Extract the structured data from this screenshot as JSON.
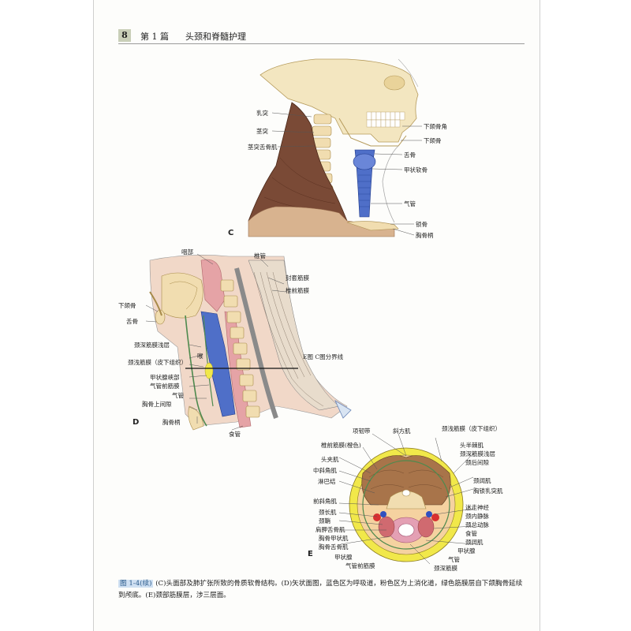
{
  "header": {
    "page_number": "8",
    "chapter": "第 1 篇",
    "title": "头颈和脊髓护理"
  },
  "panels": {
    "c": "C",
    "d": "D",
    "e": "E"
  },
  "panel_c_labels": {
    "mastoid": "乳突",
    "styloid": "茎突",
    "sternocleido": "茎突舌骨肌",
    "mandible_angle": "下颌骨角",
    "lower_jaw": "下颌骨",
    "hyoid": "舌骨",
    "thyroid": "甲状软骨",
    "trachea": "气管",
    "clavicle": "锁骨",
    "manubrium": "胸骨柄"
  },
  "panel_d_labels": {
    "pharynx": "咽部",
    "spine": "椎管",
    "prevertebral_fascia": "封套筋膜",
    "deep_fascia": "椎前筋膜",
    "mandible": "下颌骨",
    "hyoid": "舌骨",
    "superficial_layer": "颈深筋膜浅层",
    "larynx": "喉",
    "cervical_fascia": "颈浅筋膜（皮下组织）",
    "section_line": "E图 C图分界线",
    "thyroid_isthmus": "甲状腺峡部",
    "trachea_fascia": "气管前筋膜",
    "trachea": "气管",
    "sternal_space": "胸骨上间隙",
    "manubrium": "胸骨柄",
    "esophagus": "食管"
  },
  "panel_e_labels": {
    "nuchal_ligament": "项韧带",
    "trapezius": "斜方肌",
    "semispinalis": "头半棘肌",
    "prevertebral_layer": "椎前筋膜(橙色)",
    "splenius": "头夹肌",
    "middle_scalene": "中斜角肌",
    "lymph_node": "淋巴结",
    "anterior_scalene": "前斜角肌",
    "longus_colli": "颈长肌",
    "carotid_sheath": "颈鞘",
    "omohyoid": "肩胛舌骨肌",
    "sternothyroid": "胸骨甲状肌",
    "sternohyoid": "胸骨舌骨肌",
    "thyroid_gland": "甲状腺",
    "trachea_fascia": "气管前筋膜",
    "superficial_fascia": "颈浅筋膜（皮下组织）",
    "deep_fascia": "颈深筋膜浅层",
    "posterior_triangle": "颈后间隙",
    "platysma": "颈阔肌",
    "sternocleidomastoid": "胸锁乳突肌",
    "vagus": "迷走神经",
    "jugular": "颈内静脉",
    "carotid": "颈总动脉",
    "esophagus": "食管",
    "trachea": "气管",
    "platysma_lower": "颈阔肌",
    "thyroid_gland_lower": "甲状腺",
    "fascia": "颈深筋膜"
  },
  "caption": {
    "tag": "图 1-4(续)",
    "text": "(C)头面部及肺扩张所致的骨质软骨结构。(D)矢状面图，蓝色区为呼吸道，粉色区为上消化道，绿色筋膜层自下颌胸骨延续到颅底。(E)颈部筋膜层，涉三层面。"
  },
  "colors": {
    "bone": "#f1ddb0",
    "muscle": "#7a4a36",
    "airway": "#4f6fc8",
    "digestive": "#e5a3a6",
    "fascia_yellow": "#f1e84a",
    "fascia_green": "#4e8a4e"
  }
}
